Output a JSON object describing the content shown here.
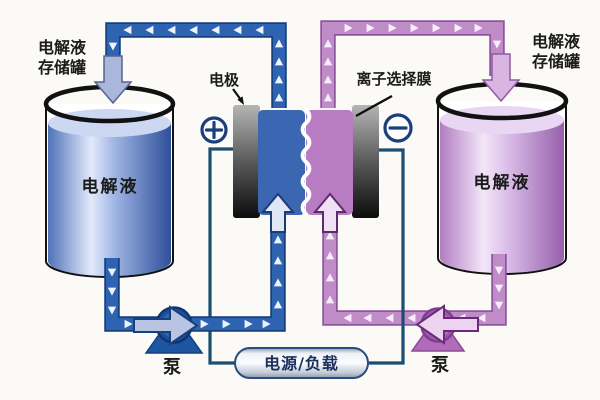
{
  "diagram_type": "redox-flow-battery-schematic",
  "labels": {
    "left_tank_caption": {
      "line1": "电解液",
      "line2": "存储罐"
    },
    "right_tank_caption": {
      "line1": "电解液",
      "line2": "存储罐"
    },
    "left_tank_content": "电解液",
    "right_tank_content": "电解液",
    "electrode": "电极",
    "membrane": "离子选择膜",
    "power_load": "电源/负载",
    "pump_left": "泵",
    "pump_right": "泵",
    "positive_terminal": "+",
    "negative_terminal": "−"
  },
  "colors": {
    "background": "#fbfaf7",
    "electrolyte_blue_fill": "#3a66b2",
    "electrolyte_pink_fill": "#b77cc2",
    "pipe_blue": "#2d63b0",
    "pipe_blue_outline": "#173f7c",
    "pipe_pink": "#c08cc8",
    "pipe_pink_outline": "#8f56a0",
    "electrode_top": "#b5b5b5",
    "electrode_bottom": "#0c0c0c",
    "wire": "#1b4e72",
    "terminal_stroke": "#1a3f7a",
    "membrane_line": "#ffffff",
    "capsule_stroke": "#2a4d7e"
  }
}
